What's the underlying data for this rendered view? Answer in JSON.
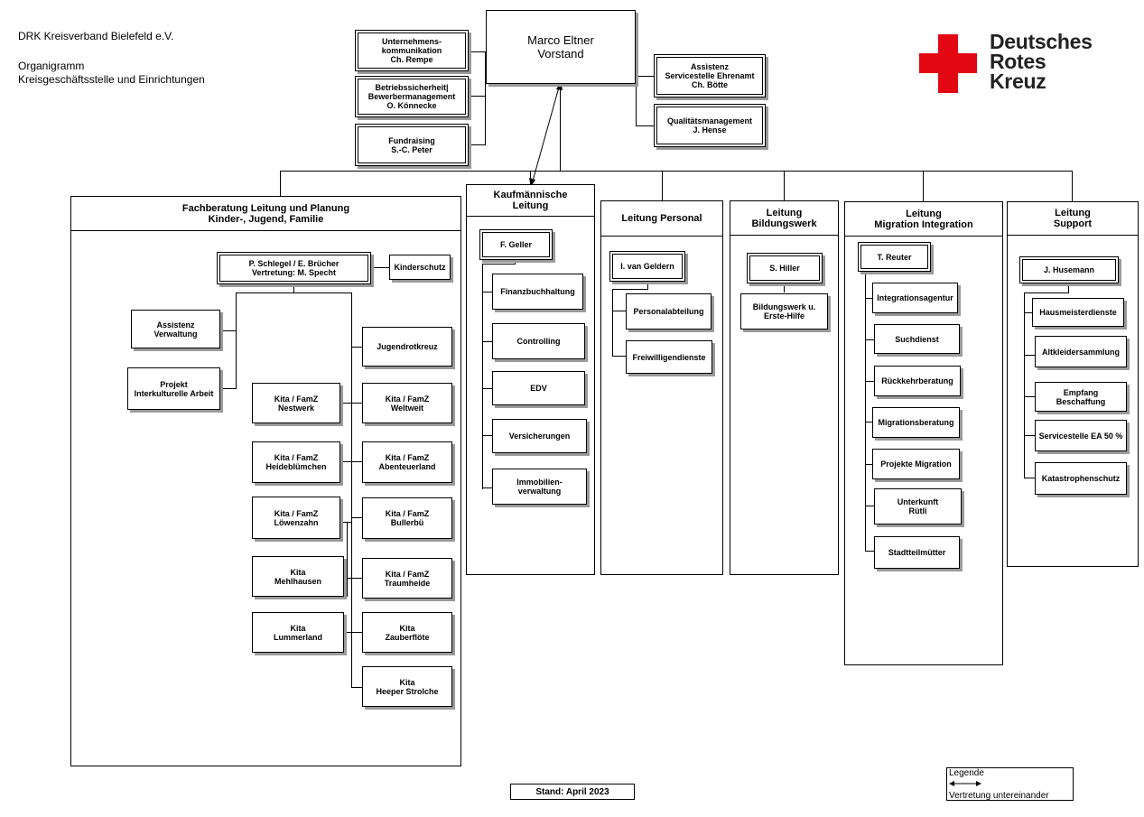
{
  "header": {
    "org": "DRK Kreisverband Bielefeld e.V.",
    "doc_title": "Organigramm",
    "doc_subtitle": "Kreisgeschäftsstelle und Einrichtungen"
  },
  "logo": {
    "lines": [
      "Deutsches",
      "Rotes",
      "Kreuz"
    ],
    "cross_color": "#e30613"
  },
  "top": {
    "ceo_name": "Marco Eltner",
    "ceo_role": "Vorstand",
    "left_staff": [
      [
        "Unternehmens-",
        "kommunikation",
        "Ch. Rempe"
      ],
      [
        "Betriebssicherheit|",
        "Bewerbermanagement",
        "O. Könnecke"
      ],
      [
        "Fundraising",
        "S.-C. Peter"
      ]
    ],
    "right_staff": [
      [
        "Assistenz",
        "Servicestelle Ehrenamt",
        "Ch. Bötte"
      ],
      [
        "Qualitätsmanagement",
        "J. Hense"
      ]
    ]
  },
  "fachberatung": {
    "title": [
      "Fachberatung Leitung und Planung",
      "Kinder-, Jugend, Familie"
    ],
    "lead": [
      "P. Schlegel / E. Brücher",
      "Vertretung: M. Specht"
    ],
    "kinderschutz": "Kinderschutz",
    "assistenz": [
      "Assistenz",
      "Verwaltung"
    ],
    "projekt": [
      "Projekt",
      "Interkulturelle Arbeit"
    ],
    "left_kitas": [
      [
        "Kita / FamZ",
        "Nestwerk"
      ],
      [
        "Kita / FamZ",
        "Heideblümchen"
      ],
      [
        "Kita / FamZ",
        "Löwenzahn"
      ],
      [
        "Kita",
        "Mehlhausen"
      ],
      [
        "Kita",
        "Lummerland"
      ]
    ],
    "right_items": [
      [
        "Jugendrotkreuz"
      ],
      [
        "Kita / FamZ",
        "Weltweit"
      ],
      [
        "Kita / FamZ",
        "Abenteuerland"
      ],
      [
        "Kita / FamZ",
        "Bullerbü"
      ],
      [
        "Kita / FamZ",
        "Traumheide"
      ],
      [
        "Kita",
        "Zauberflöte"
      ],
      [
        "Kita",
        "Heeper Strolche"
      ]
    ]
  },
  "kaufmaennisch": {
    "title": [
      "Kaufmännische",
      "Leitung"
    ],
    "lead": "F. Geller",
    "items": [
      [
        "Finanzbuchhaltung"
      ],
      [
        "Controlling"
      ],
      [
        "EDV"
      ],
      [
        "Versicherungen"
      ],
      [
        "Immobilien-",
        "verwaltung"
      ]
    ]
  },
  "personal": {
    "title": [
      "Leitung Personal"
    ],
    "lead": "I. van Geldern",
    "items": [
      [
        "Personalabteilung"
      ],
      [
        "Freiwilligendienste"
      ]
    ]
  },
  "bildung": {
    "title": [
      "Leitung",
      "Bildungswerk"
    ],
    "lead": "S. Hiller",
    "items": [
      [
        "Bildungswerk u.",
        "Erste-Hilfe"
      ]
    ]
  },
  "migration": {
    "title": [
      "Leitung",
      "Migration Integration"
    ],
    "lead": "T. Reuter",
    "items": [
      [
        "Integrationsagentur"
      ],
      [
        "Suchdienst"
      ],
      [
        "Rückkehrberatung"
      ],
      [
        "Migrationsberatung"
      ],
      [
        "Projekte Migration"
      ],
      [
        "Unterkunft",
        "Rütli"
      ],
      [
        "Stadtteilmütter"
      ]
    ]
  },
  "support": {
    "title": [
      "Leitung",
      "Support"
    ],
    "lead": "J. Husemann",
    "items": [
      [
        "Hausmeisterdienste"
      ],
      [
        "Altkleidersammlung"
      ],
      [
        "Empfang",
        "Beschaffung"
      ],
      [
        "Servicestelle EA 50 %"
      ],
      [
        "Katastrophenschutz"
      ]
    ]
  },
  "footer": {
    "stand": "Stand: April 2023",
    "legend_title": "Legende",
    "legend_text": "Vertretung untereinander"
  }
}
